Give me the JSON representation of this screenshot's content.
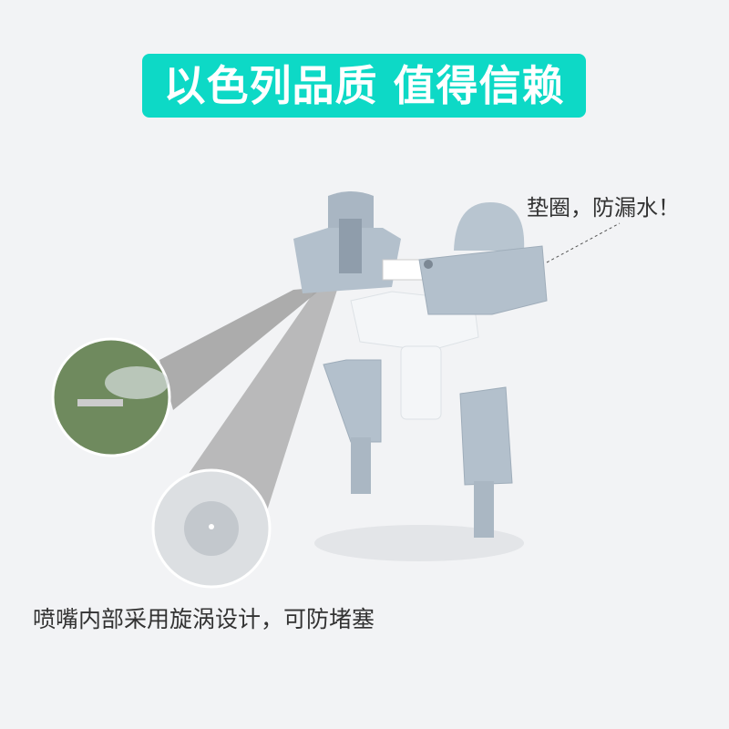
{
  "banner": {
    "title": "以色列品质 值得信赖",
    "color": "#0dd9c6"
  },
  "callout": {
    "text": "垫圈，防漏水！"
  },
  "caption": {
    "text": "喷嘴内部采用旋涡设计，可防堵塞"
  },
  "colors": {
    "background": "#f2f3f5",
    "part_grey": "#b3c0cc",
    "part_white": "#f4f6f8"
  }
}
